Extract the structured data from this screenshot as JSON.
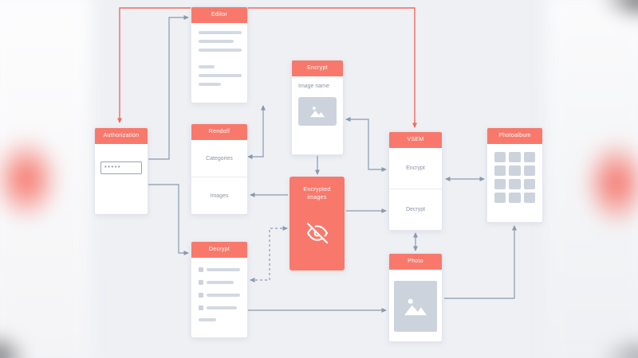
{
  "diagram": {
    "colors": {
      "coral": "#f8796c",
      "coral_line": "#f4695c",
      "arrow": "#8a99ad"
    },
    "nodes": {
      "authorization": {
        "title": "Authorization",
        "password_value": "*****"
      },
      "editor": {
        "title": "Editor"
      },
      "rendoff": {
        "title": "Rendoff",
        "sections": [
          "Categories",
          "Images"
        ]
      },
      "decrypt": {
        "title": "Decrypt"
      },
      "encrypt": {
        "title": "Encrypt",
        "field_label": "Image name"
      },
      "encrypted_images": {
        "title": "Encrypted images"
      },
      "vsem": {
        "title": "VSEM",
        "sections": [
          "Encrypt",
          "Decrypt"
        ]
      },
      "photo": {
        "title": "Photo"
      },
      "photoalbum": {
        "title": "Photoalbum"
      }
    }
  }
}
